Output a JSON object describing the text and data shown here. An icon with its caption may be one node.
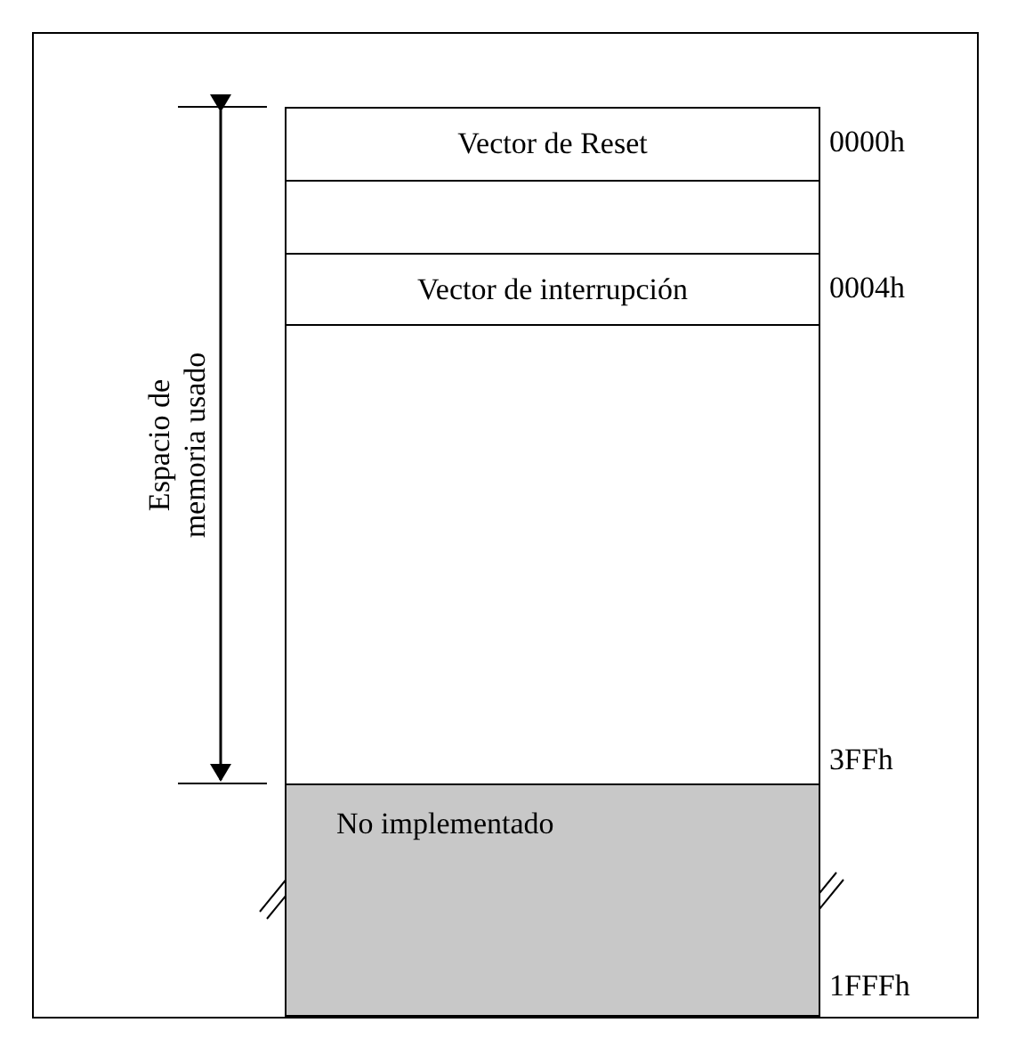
{
  "diagram": {
    "nodes": [
      {
        "text": [
          "Vector de Reset"
        ]
      },
      {
        "text": [],
        "shape": "box"
      },
      {
        "text": [
          "Vector de interrupción"
        ]
      },
      {
        "text": [],
        "shape": "box"
      },
      {
        "text": [
          "No implementado"
        ]
      }
    ],
    "labels": [
      "Espacio de memoria usado",
      "0000h",
      "0004h",
      "3FFh",
      "1FFFh"
    ]
  }
}
